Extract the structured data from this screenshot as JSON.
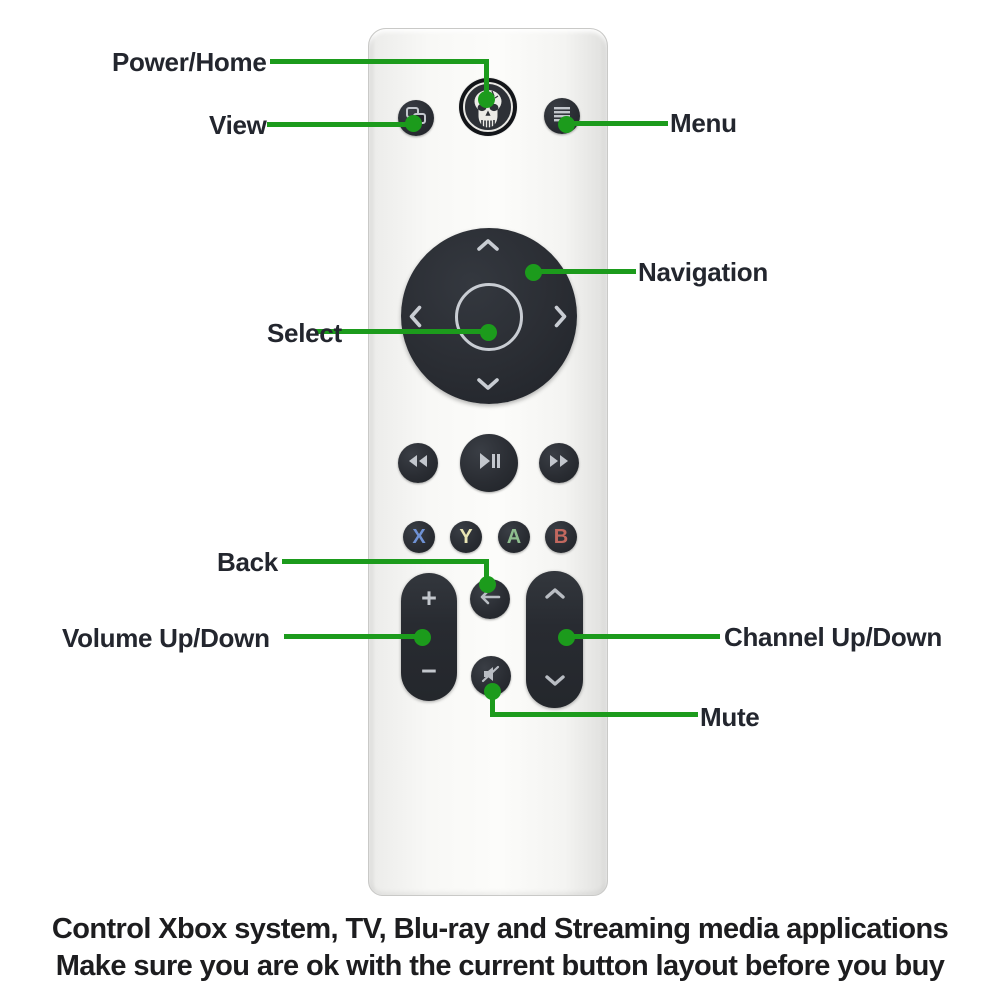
{
  "labels": {
    "power_home": "Power/Home",
    "view": "View",
    "menu": "Menu",
    "navigation": "Navigation",
    "select": "Select",
    "back": "Back",
    "volume": "Volume Up/Down",
    "channel": "Channel Up/Down",
    "mute": "Mute"
  },
  "remote": {
    "face_buttons": [
      {
        "letter": "X",
        "color": "#6f92d5"
      },
      {
        "letter": "Y",
        "color": "#e9e5b4"
      },
      {
        "letter": "A",
        "color": "#8fbe8f"
      },
      {
        "letter": "B",
        "color": "#c2685f"
      }
    ],
    "volume_up": "+",
    "volume_down": "−",
    "icons": [
      "skull-power-icon",
      "view-icon",
      "menu-icon",
      "nav-up-icon",
      "nav-down-icon",
      "nav-left-icon",
      "nav-right-icon",
      "rewind-icon",
      "play-pause-icon",
      "fast-forward-icon",
      "back-arrow-icon",
      "channel-up-icon",
      "channel-down-icon",
      "mute-speaker-icon"
    ]
  },
  "caption": {
    "line1": "Control Xbox system, TV, Blu-ray and Streaming media applications",
    "line2": "Make sure you are ok with the current button layout before you buy"
  },
  "colors": {
    "annotation_green": "#1c9b1c",
    "label_text": "#23262e",
    "button_dark": "#282b31",
    "icon_light": "#c3c7cd",
    "caption_text": "#1d1d1f"
  }
}
